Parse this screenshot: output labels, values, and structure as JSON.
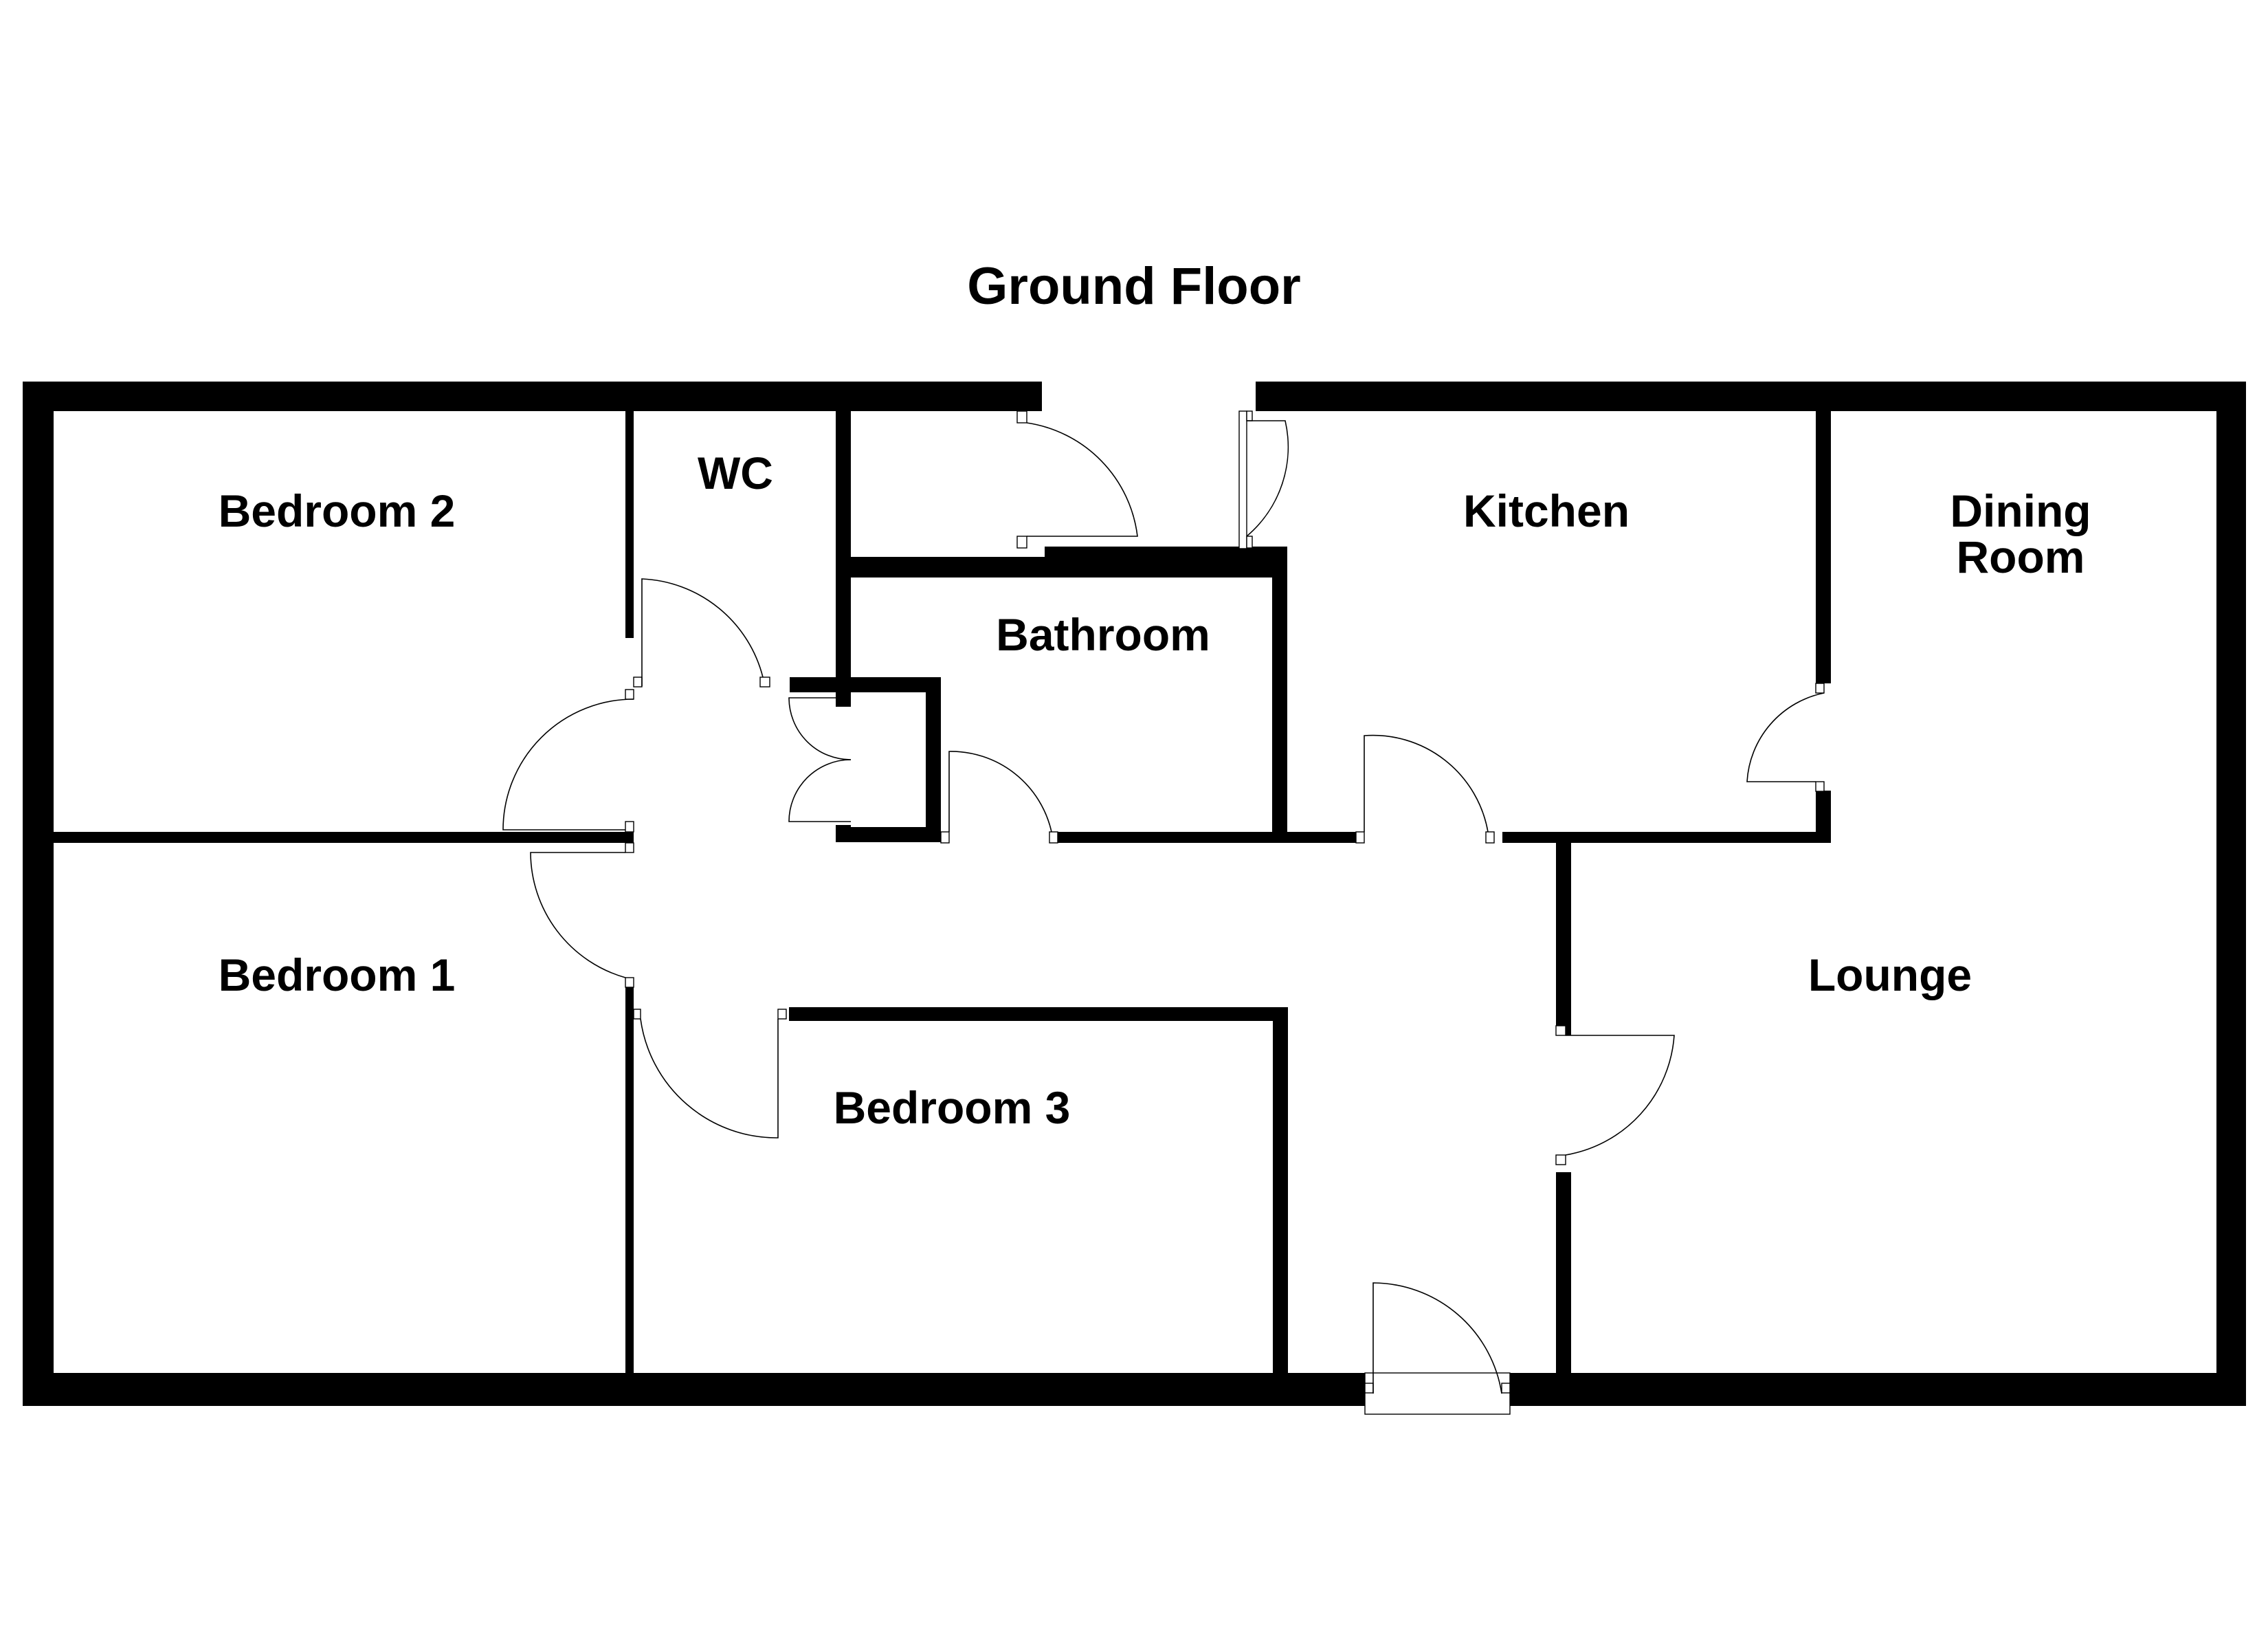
{
  "plan": {
    "title": "Ground Floor",
    "colors": {
      "wall": "#000000",
      "background": "#ffffff"
    },
    "rooms": [
      {
        "id": "bedroom-2",
        "label": "Bedroom 2"
      },
      {
        "id": "wc",
        "label": "WC"
      },
      {
        "id": "bathroom",
        "label": "Bathroom"
      },
      {
        "id": "kitchen",
        "label": "Kitchen"
      },
      {
        "id": "dining-room",
        "label": "Dining\nRoom"
      },
      {
        "id": "bedroom-1",
        "label": "Bedroom 1"
      },
      {
        "id": "bedroom-3",
        "label": "Bedroom 3"
      },
      {
        "id": "lounge",
        "label": "Lounge"
      }
    ]
  }
}
